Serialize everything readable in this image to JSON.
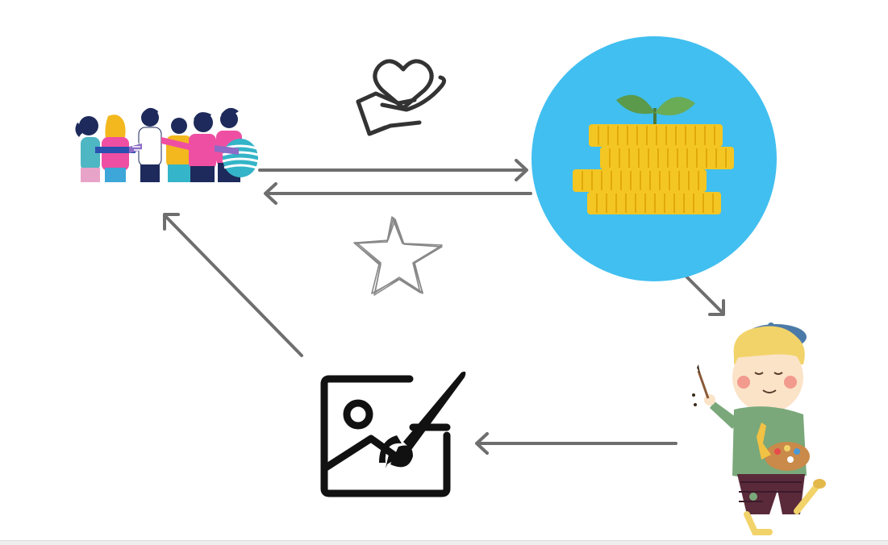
{
  "diagram": {
    "nodes": [
      {
        "id": "community",
        "icon": "community-group-icon"
      },
      {
        "id": "funding",
        "icon": "coins-sprout-icon"
      },
      {
        "id": "artist",
        "icon": "child-artist-icon"
      },
      {
        "id": "artwork",
        "icon": "picture-brush-icon"
      }
    ],
    "edge_labels": [
      {
        "between": [
          "community",
          "funding"
        ],
        "icon": "heart-hand-icon",
        "meaning": "donation"
      },
      {
        "between": [
          "funding",
          "community"
        ],
        "icon": "star-icon",
        "meaning": "reward"
      }
    ],
    "edges": [
      {
        "from": "community",
        "to": "funding"
      },
      {
        "from": "funding",
        "to": "community"
      },
      {
        "from": "funding",
        "to": "artist"
      },
      {
        "from": "artist",
        "to": "artwork"
      },
      {
        "from": "artwork",
        "to": "community"
      }
    ]
  },
  "colors": {
    "arrow": "#6e6e6e",
    "circle": "#41bff0",
    "coin": "#f4c623",
    "coin_dark": "#e1a80c",
    "leaf": "#5a9a4a",
    "icon_stroke": "#111111",
    "star_stroke": "#888888"
  }
}
